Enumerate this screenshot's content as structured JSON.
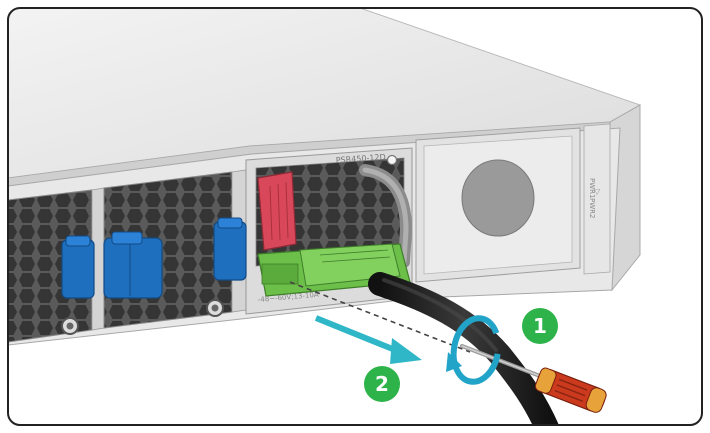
{
  "labels": {
    "module_model": "PSR450-12D",
    "input_rating": "-48~-60V;13-10A",
    "pwr1": "PWR1",
    "pwr2": "PWR2"
  },
  "steps": [
    {
      "number": "1"
    },
    {
      "number": "2"
    }
  ],
  "colors": {
    "frame_border": "#222222",
    "chassis": "#e4e4e4",
    "fan_grille": "#3a3a3a",
    "latch_blue": "#1f6fbf",
    "handle_red": "#d9485a",
    "connector_green": "#6cc04a",
    "step_badge": "#2db34a",
    "rotate_arrow": "#22a3c8",
    "pull_arrow": "#2fb7c7",
    "cable": "#1a1a1a",
    "screwdriver_handle": "#cc3a1e"
  }
}
